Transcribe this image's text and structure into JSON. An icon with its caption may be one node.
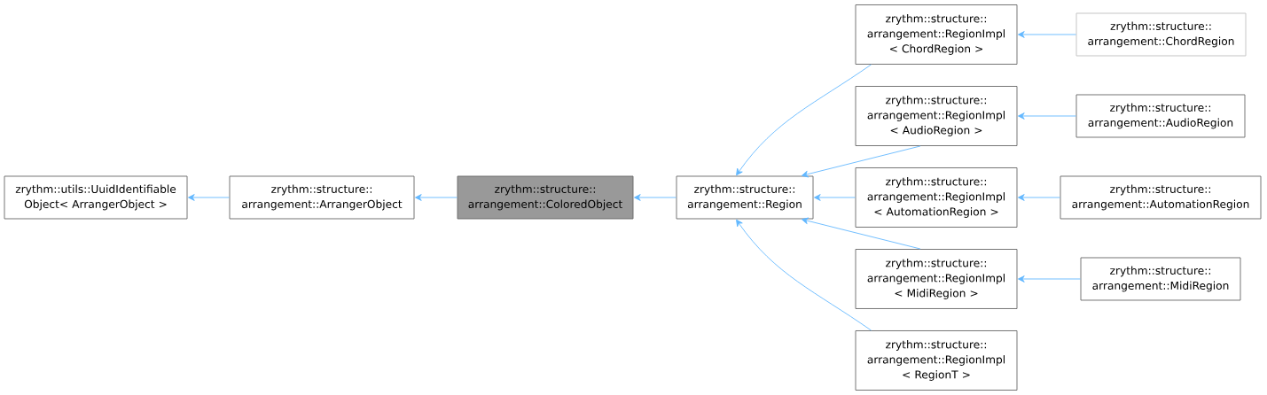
{
  "diagram": {
    "nodes": [
      {
        "text": [
          "zrythm::utils::UuidIdentifiable Object< ArrangerObject >"
        ]
      },
      {
        "text": [
          "zrythm::structure:: arrangement::ArrangerObject"
        ]
      },
      {
        "text": [
          "zrythm::structure:: arrangement::ColoredObject"
        ]
      },
      {
        "text": [
          "zrythm::structure:: arrangement::Region"
        ]
      },
      {
        "text": [
          "zrythm::structure:: arrangement::RegionImpl < ChordRegion >"
        ]
      },
      {
        "text": [
          "zrythm::structure:: arrangement::ChordRegion"
        ]
      },
      {
        "text": [
          "zrythm::structure:: arrangement::RegionImpl < AudioRegion >"
        ]
      },
      {
        "text": [
          "zrythm::structure:: arrangement::AudioRegion"
        ]
      },
      {
        "text": [
          "zrythm::structure:: arrangement::RegionImpl < AutomationRegion >"
        ]
      },
      {
        "text": [
          "zrythm::structure:: arrangement::AutomationRegion"
        ]
      },
      {
        "text": [
          "zrythm::structure:: arrangement::RegionImpl < MidiRegion >"
        ]
      },
      {
        "text": [
          "zrythm::structure:: arrangement::MidiRegion"
        ]
      },
      {
        "text": [
          "zrythm::structure:: arrangement::RegionImpl < RegionT >"
        ]
      }
    ],
    "edges": [
      {
        "from": 1,
        "to": 0,
        "arrow": "to"
      },
      {
        "from": 2,
        "to": 1,
        "arrow": "to"
      },
      {
        "from": 3,
        "to": 2,
        "arrow": "to"
      },
      {
        "from": 4,
        "to": 3,
        "arrow": "to"
      },
      {
        "from": 6,
        "to": 3,
        "arrow": "to"
      },
      {
        "from": 8,
        "to": 3,
        "arrow": "to"
      },
      {
        "from": 10,
        "to": 3,
        "arrow": "to"
      },
      {
        "from": 12,
        "to": 3,
        "arrow": "to"
      },
      {
        "from": 5,
        "to": 4,
        "arrow": "to"
      },
      {
        "from": 7,
        "to": 6,
        "arrow": "to"
      },
      {
        "from": 9,
        "to": 8,
        "arrow": "to"
      },
      {
        "from": 11,
        "to": 10,
        "arrow": "to"
      }
    ]
  }
}
